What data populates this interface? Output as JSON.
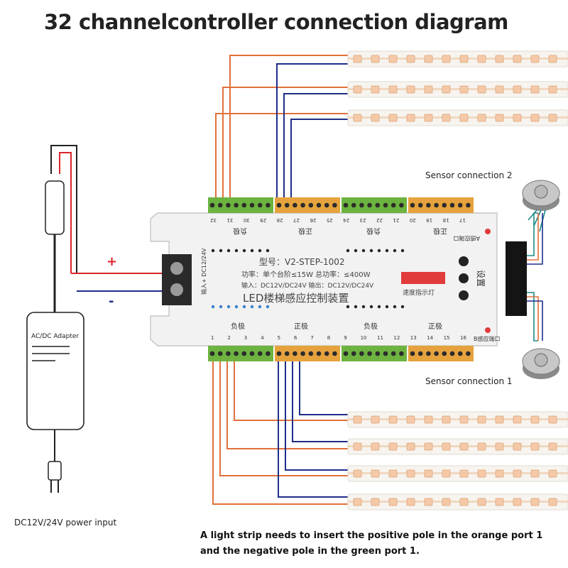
{
  "title": "32 channelcontroller connection diagram",
  "labels": {
    "sensor_2": "Sensor connection 2",
    "sensor_1": "Sensor connection 1",
    "power_input": "DC12V/24V power input",
    "adapter": "AC/DC Adapter",
    "plus": "+",
    "minus": "-"
  },
  "controller": {
    "model": "型号：V2-STEP-1002",
    "power": "功率：单个台阶≤15W 总功率：≤400W",
    "io": "输入：DC12V/DC24V 输出：DC12V/DC24V",
    "name": "LED楼梯感应控制装置",
    "speed_label": "速度指示灯",
    "input_label": "输入+ DC12/24V",
    "settings": "设置",
    "sensor_a_port": "A感应端口",
    "sensor_b_port": "B感应端口",
    "neg": "负极",
    "pos": "正极",
    "bottom_pins": [
      "1",
      "2",
      "3",
      "4",
      "5",
      "6",
      "7",
      "8",
      "9",
      "10",
      "11",
      "12",
      "13",
      "14",
      "15",
      "16"
    ],
    "top_pins": [
      "32",
      "31",
      "30",
      "29",
      "28",
      "27",
      "26",
      "25",
      "24",
      "23",
      "22",
      "21",
      "20",
      "19",
      "18",
      "17"
    ]
  },
  "caption": [
    "A light strip needs to insert the positive pole in the orange port 1",
    "and the negative pole in the green port 1."
  ],
  "colors": {
    "orange_wire": "#e2703a",
    "blue_wire": "#1f2d8a",
    "red_wire": "#d9262b",
    "green_terminal": "#6cb33f",
    "orange_terminal": "#e6a23c",
    "led_chip": "#f5c9a8"
  }
}
